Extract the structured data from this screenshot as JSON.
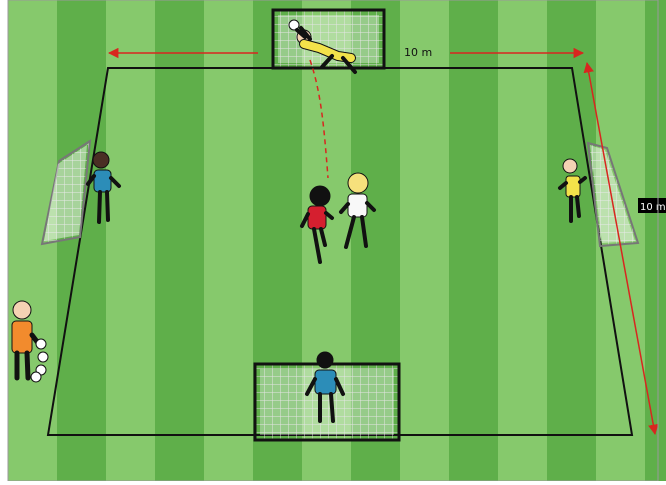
{
  "diagram": {
    "measurements": {
      "top_label": "10 m",
      "side_label": "10 m"
    },
    "colors": {
      "grass_light": "#86c96c",
      "grass_dark": "#5faf4a",
      "line": "#222222",
      "arrow": "#d8261f",
      "goal_net": "#f2f2f2",
      "keeper_shirt": "#f3e24a",
      "blue_shirt": "#2c8db8",
      "orange_bib": "#f28b2d",
      "red_shirt": "#d51f2f",
      "white_shirt": "#f8f8f8",
      "label_bg": "#000000",
      "label_text": "#ffffff"
    },
    "players": [
      {
        "role": "top-goalkeeper",
        "shirt": "yellow"
      },
      {
        "role": "left-goalkeeper",
        "shirt": "blue"
      },
      {
        "role": "right-goalkeeper",
        "shirt": "yellow"
      },
      {
        "role": "bottom-goalkeeper",
        "shirt": "blue"
      },
      {
        "role": "center-attacker",
        "shirt": "red"
      },
      {
        "role": "center-defender",
        "shirt": "white"
      },
      {
        "role": "coach-feeder",
        "shirt": "orange"
      }
    ],
    "equipment": [
      {
        "type": "ball",
        "count": 4
      }
    ]
  }
}
